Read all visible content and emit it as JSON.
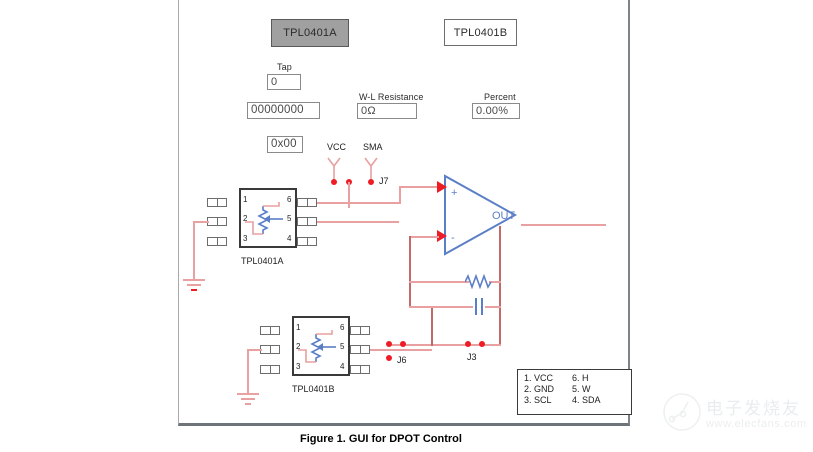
{
  "figure": {
    "caption": "Figure 1. GUI for DPOT Control"
  },
  "gui": {
    "tabs": [
      {
        "label": "TPL0401A",
        "state": "selected"
      },
      {
        "label": "TPL0401B",
        "state": "unselected"
      }
    ],
    "fields": [
      {
        "name": "tap",
        "label": "Tap",
        "value": "0"
      },
      {
        "name": "binary",
        "label": "",
        "value": "00000000"
      },
      {
        "name": "hex",
        "label": "",
        "value": "0x00"
      },
      {
        "name": "wl_resistance",
        "label": "W-L Resistance",
        "value": "0Ω"
      },
      {
        "name": "percent",
        "label": "Percent",
        "value": "0.00%"
      }
    ]
  },
  "schematic": {
    "chips": [
      {
        "name": "TPL0401A",
        "label": "TPL0401A",
        "pins_left": [
          "1",
          "2",
          "3"
        ],
        "pins_right": [
          "6",
          "5",
          "4"
        ]
      },
      {
        "name": "TPL0401B",
        "label": "TPL0401B",
        "pins_left": [
          "1",
          "2",
          "3"
        ],
        "pins_right": [
          "6",
          "5",
          "4"
        ]
      }
    ],
    "net_labels": [
      {
        "name": "vcc",
        "label": "VCC"
      },
      {
        "name": "sma",
        "label": "SMA"
      },
      {
        "name": "j7",
        "label": "J7"
      },
      {
        "name": "j6",
        "label": "J6"
      },
      {
        "name": "j3",
        "label": "J3"
      }
    ],
    "opamp": {
      "out_label": "OUT",
      "plus": "+",
      "minus": "-"
    },
    "pin_legend": [
      {
        "left": "1. VCC",
        "right": "6. H"
      },
      {
        "left": "2. GND",
        "right": "5. W"
      },
      {
        "left": "3. SCL",
        "right": "4. SDA"
      }
    ]
  },
  "watermark": {
    "text": "电子发烧友",
    "url": "www.elecfans.com"
  },
  "colors": {
    "wire": "#e8a0a0",
    "wire_dark": "#c06a6a",
    "junction": "#ee1c25",
    "symbol_outline": "#5b7fc7",
    "tab_selected_bg": "#a0a0a0"
  }
}
